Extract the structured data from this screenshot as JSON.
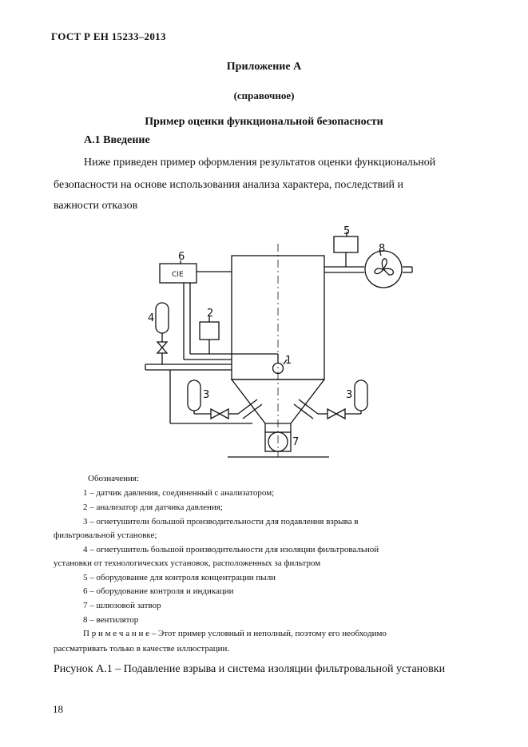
{
  "header": {
    "standard": "ГОСТ Р ЕН 15233–2013"
  },
  "appendix": {
    "title": "Приложение А",
    "subtitle": "(справочное)",
    "heading": "Пример оценки функциональной безопасности"
  },
  "section": {
    "title": "А.1 Введение",
    "lines": [
      "Ниже приведен пример оформления результатов оценки функциональной",
      "безопасности на основе  использования анализа характера, последствий и",
      "важности отказов"
    ]
  },
  "figure": {
    "labels": {
      "n1": "1",
      "n2": "2",
      "n3a": "3",
      "n3b": "3",
      "n4": "4",
      "n5": "5",
      "n6": "6",
      "n7": "7",
      "n8": "8",
      "cie": "CIE"
    },
    "legend_title": "Обозначения:",
    "legend_lines": [
      "1 – датчик давления, соединенный с анализатором;",
      "2 – анализатор  для датчика давления;",
      "3 – огнетушители большой производительности  для подавления взрыва в",
      "фильтровальной установке;",
      "4 – огнетушитель  большой производительности для изоляции фильтровальной",
      "установки от технологических установок, расположенных за фильтром",
      "5 – оборудование для контроля концентрации пыли",
      "6 – оборудование контроля и индикации",
      "7 – шлюзовой затвор",
      "8 – вентилятор"
    ],
    "note_label": "П р и м е ч а н и е –",
    "note_text": " Этот пример условный и неполный, поэтому его необходимо",
    "note_cont": "рассматривать только в качестве иллюстрации.",
    "caption": "Рисунок А.1 – Подавление взрыва и система изоляции фильтровальной установки"
  },
  "page_number": "18"
}
